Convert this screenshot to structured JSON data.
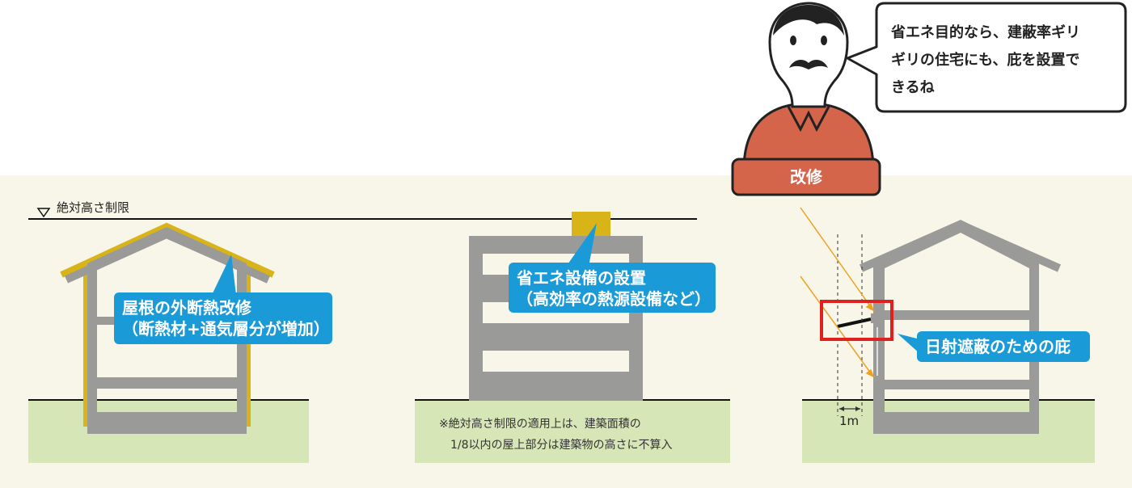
{
  "absolute_height_limit_label": "絶対高さ制限",
  "panel_left": {
    "callout_lines": [
      "屋根の外断熱改修",
      "（断熱材+通気層分が増加）"
    ]
  },
  "panel_center": {
    "callout_lines": [
      "省エネ設備の設置",
      "（高効率の熱源設備など）"
    ],
    "note_lines": [
      "※絶対高さ制限の適用上は、建築面積の",
      "1/8以内の屋上部分は建築物の高さに不算入"
    ]
  },
  "panel_right": {
    "callout_label": "日射遮蔽のための庇",
    "dimension_label": "1m"
  },
  "character": {
    "name_tag": "改修",
    "speech_lines": [
      "省エネ目的なら、建蔽率ギリ",
      "ギリの住宅にも、庇を設置で",
      "きるね"
    ]
  },
  "colors": {
    "background_band": "#f8f6e8",
    "ground": "#d7e6b7",
    "building": "#9a9a98",
    "insulation": "#d8b419",
    "callout": "#1a9ad6",
    "highlight": "#e0201e",
    "sun_ray": "#f0a020",
    "shirt": "#d4654b"
  }
}
